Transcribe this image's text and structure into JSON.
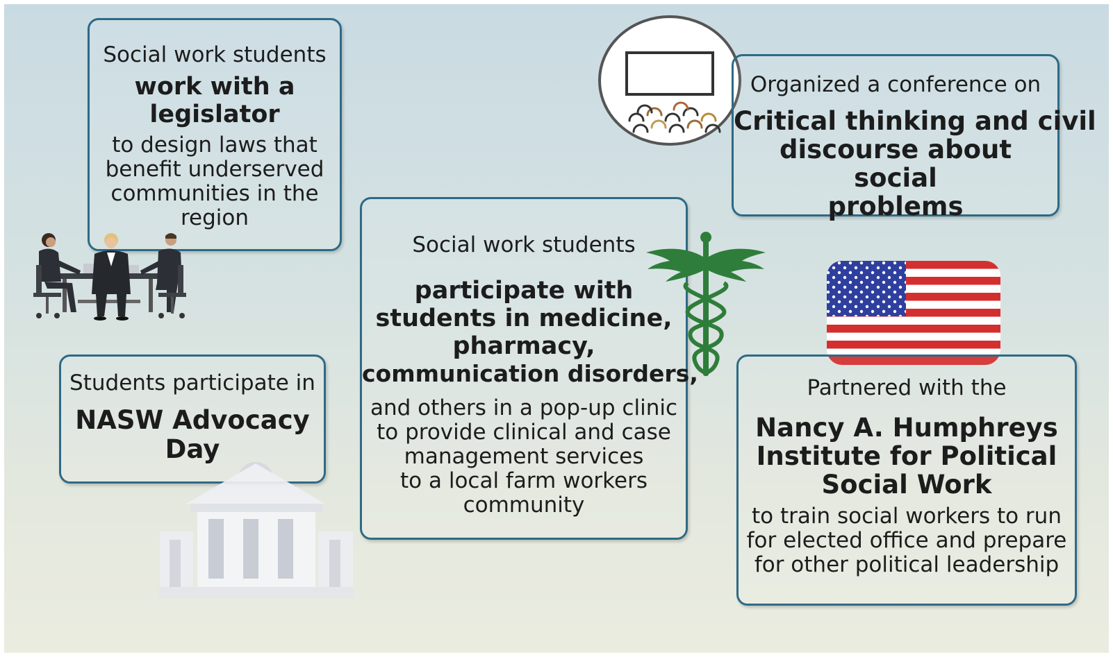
{
  "cards": {
    "legislator": {
      "intro": "Social work students",
      "highlight_line1": "work with a",
      "highlight_line2": "legislator",
      "detail_lines": [
        "to design laws that",
        "benefit underserved",
        "communities in the",
        "region"
      ]
    },
    "advocacy": {
      "intro": "Students participate in",
      "highlight_line1": "NASW Advocacy",
      "highlight_line2": "Day"
    },
    "clinic": {
      "intro": "Social work students",
      "highlight_lines": [
        "participate with",
        "students in medicine,",
        "pharmacy,",
        "communication disorders,"
      ],
      "detail_lines": [
        "and others in a pop-up clinic",
        "to provide clinical and case",
        "management services",
        "to a local farm workers",
        "community"
      ]
    },
    "conference": {
      "intro": "Organized a conference on",
      "highlight_lines": [
        "Critical thinking and civil",
        "discourse about social",
        "problems"
      ]
    },
    "institute": {
      "intro": "Partnered with the",
      "highlight_lines": [
        "Nancy A. Humphreys",
        "Institute for Political",
        "Social Work"
      ],
      "detail_lines": [
        "to train social workers to run",
        "for elected office and prepare",
        "for other political leadership"
      ]
    }
  },
  "icons": [
    "meeting-people-icon",
    "government-building-icon",
    "conference-audience-icon",
    "caduceus-icon",
    "us-flag-icon"
  ],
  "colors": {
    "card_border": "#2e6a86",
    "caduceus_green": "#2f7d3a",
    "flag_red": "#d32f2f",
    "flag_blue": "#2e3f9e"
  }
}
